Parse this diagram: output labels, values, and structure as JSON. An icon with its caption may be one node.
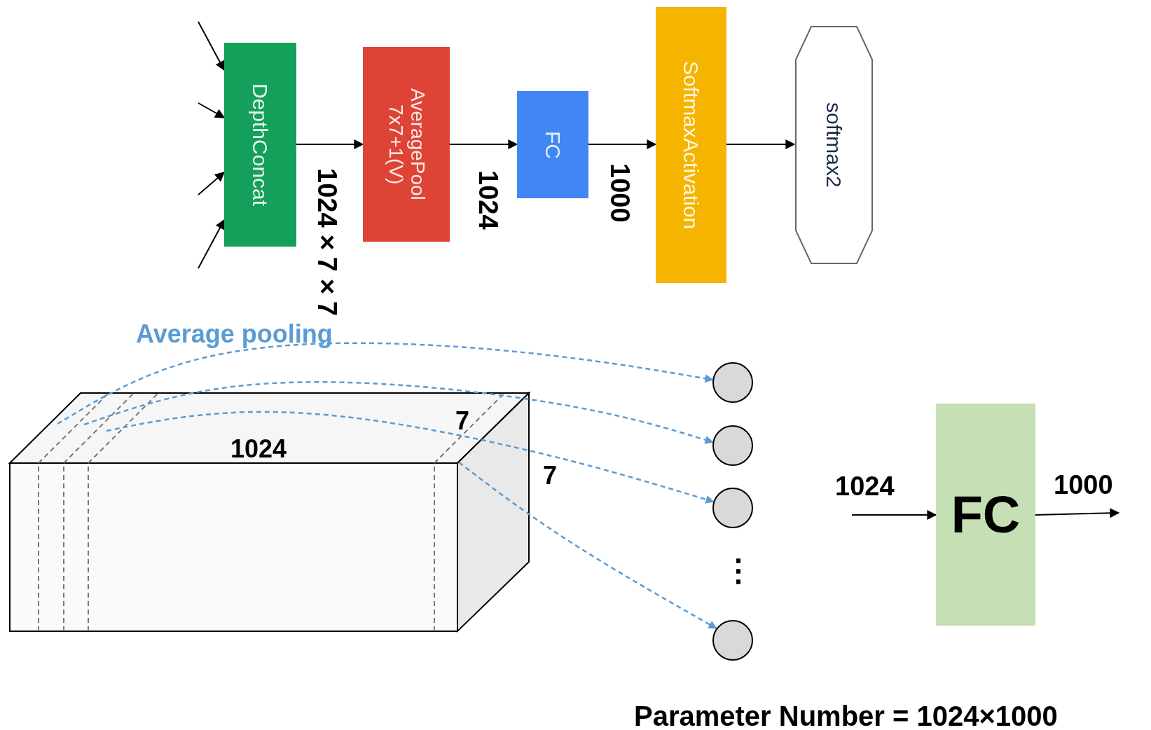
{
  "diagram": {
    "nodes": [
      {
        "text": [
          "DepthConcat"
        ]
      },
      {
        "text": [
          "AveragePool 7x7+1(V)"
        ]
      },
      {
        "text": [
          "FC"
        ]
      },
      {
        "text": [
          "SoftmaxActivation"
        ]
      },
      {
        "text": [
          "softmax2"
        ]
      },
      {
        "text": [],
        "shape": "box",
        "beside": [
          "1024",
          "7"
        ]
      },
      {
        "text": [],
        "shape": "circle"
      },
      {
        "text": [],
        "shape": "circle"
      },
      {
        "text": [],
        "shape": "circle"
      },
      {
        "text": [],
        "shape": "circle"
      },
      {
        "text": [
          "FC"
        ]
      }
    ],
    "edges": [
      {
        "from": null,
        "to": 0,
        "arrow": "to"
      },
      {
        "from": null,
        "to": 0,
        "arrow": "to"
      },
      {
        "from": null,
        "to": 0,
        "arrow": "to"
      },
      {
        "from": null,
        "to": 0,
        "arrow": "to"
      },
      {
        "from": 0,
        "to": 1,
        "arrow": "to",
        "label": "1024×7×7"
      },
      {
        "from": 1,
        "to": 2,
        "arrow": "to",
        "label": "1024"
      },
      {
        "from": 2,
        "to": 3,
        "arrow": "to",
        "label": "1000"
      },
      {
        "from": 3,
        "to": 4,
        "arrow": "to"
      },
      {
        "from": 5,
        "to": 6,
        "arrow": "to",
        "style": "dashed",
        "color": "#5b9bd5"
      },
      {
        "from": 5,
        "to": 7,
        "arrow": "to",
        "style": "dashed",
        "color": "#5b9bd5"
      },
      {
        "from": 5,
        "to": 8,
        "arrow": "to",
        "style": "dashed",
        "color": "#5b9bd5"
      },
      {
        "from": 5,
        "to": 9,
        "arrow": "to",
        "style": "dashed",
        "color": "#5b9bd5"
      },
      {
        "from": null,
        "to": 10,
        "arrow": "to",
        "label": "1024"
      },
      {
        "from": 10,
        "to": null,
        "arrow": "to",
        "label": "1000"
      }
    ],
    "labels": [
      "Average pooling",
      "7",
      "⋮",
      "Parameter Number = 1024×1000"
    ]
  }
}
